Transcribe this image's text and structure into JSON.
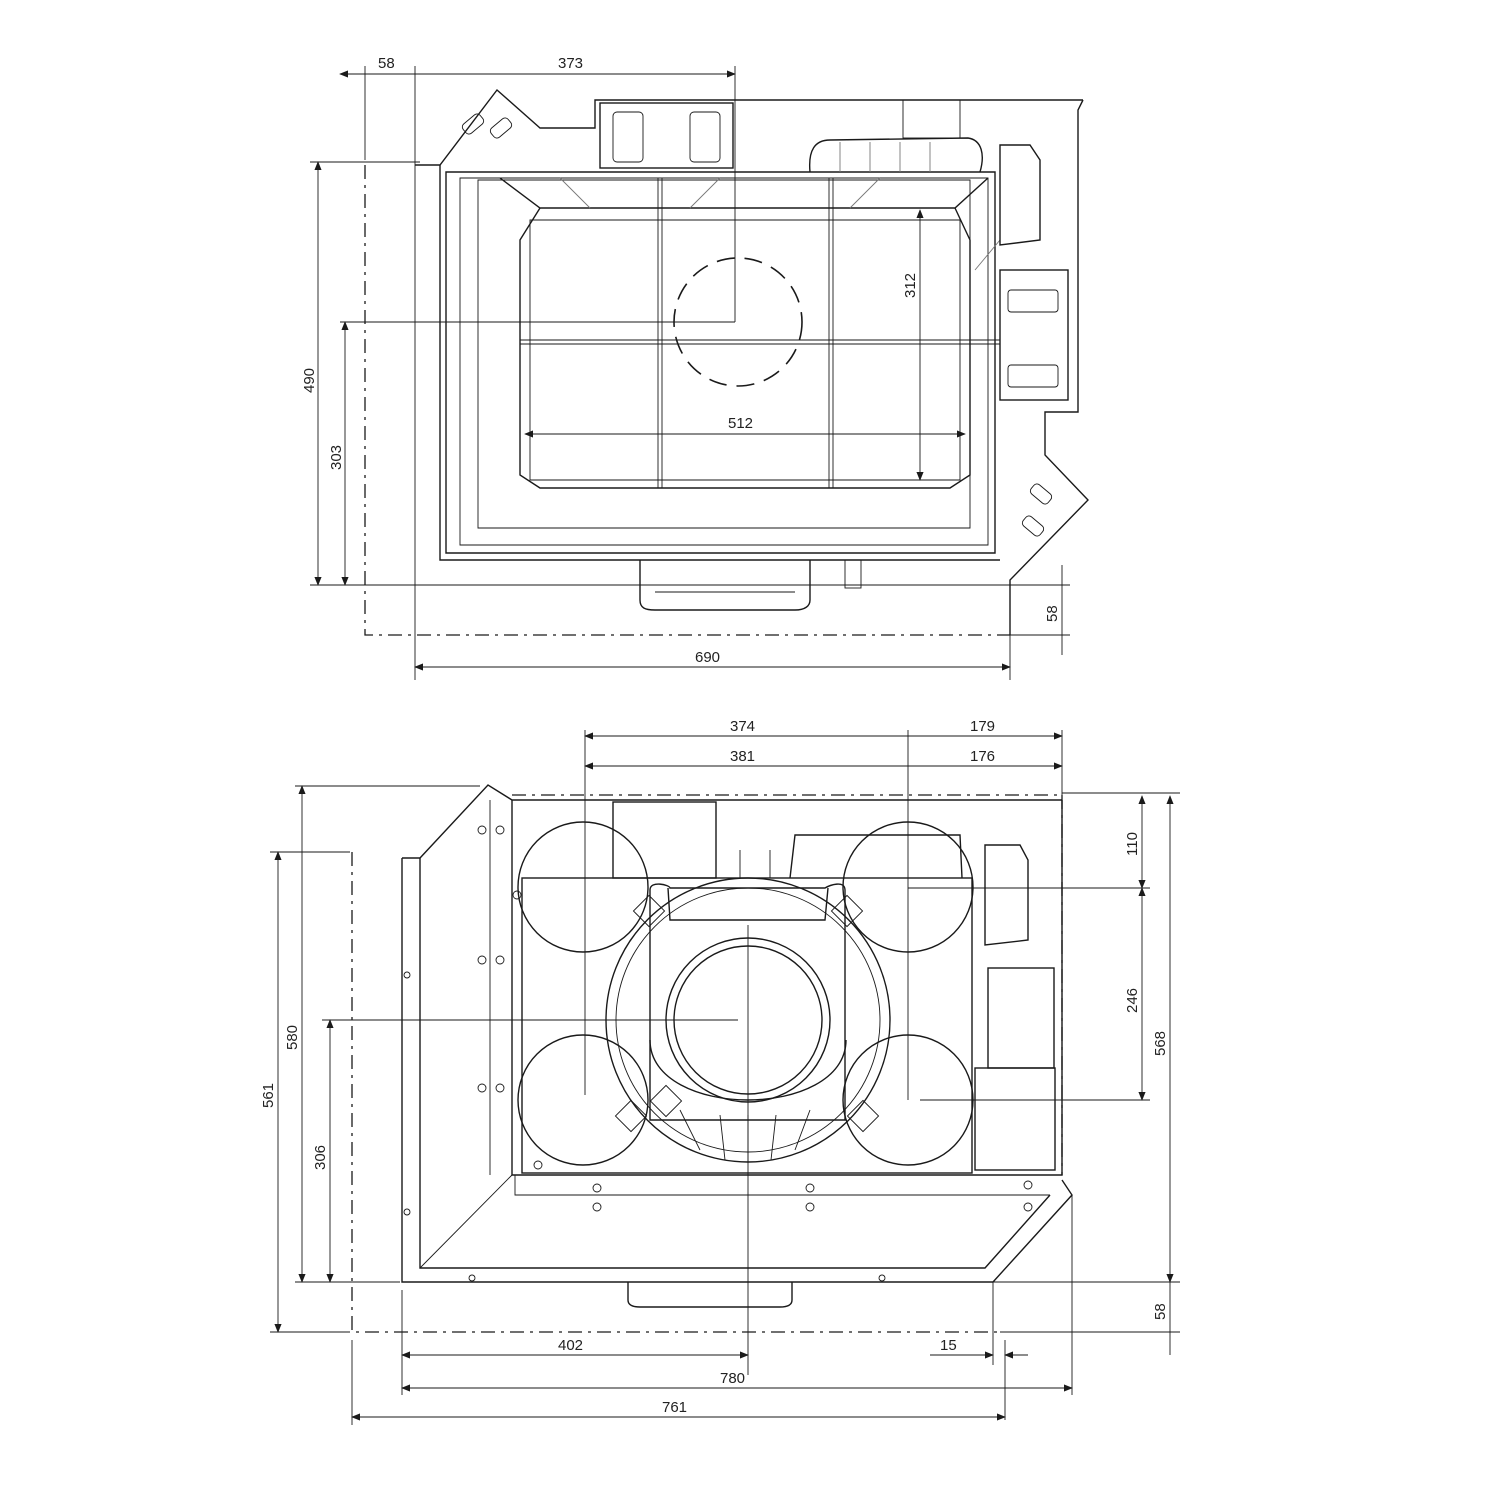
{
  "top_view": {
    "dimensions": {
      "d58_top": "58",
      "d373": "373",
      "d312": "312",
      "d490": "490",
      "d303": "303",
      "d512": "512",
      "d58_right": "58",
      "d690": "690"
    }
  },
  "front_view": {
    "dimensions": {
      "d374": "374",
      "d179": "179",
      "d381": "381",
      "d176": "176",
      "d110": "110",
      "d246": "246",
      "d568": "568",
      "d580": "580",
      "d561": "561",
      "d306": "306",
      "d58_right": "58",
      "d402": "402",
      "d15": "15",
      "d780": "780",
      "d761": "761"
    }
  }
}
